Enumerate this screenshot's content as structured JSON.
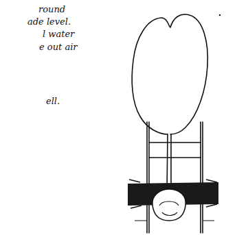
{
  "diagram": {
    "labels": [
      "round",
      "ade level.",
      "l water",
      "e out air",
      "ell."
    ]
  }
}
